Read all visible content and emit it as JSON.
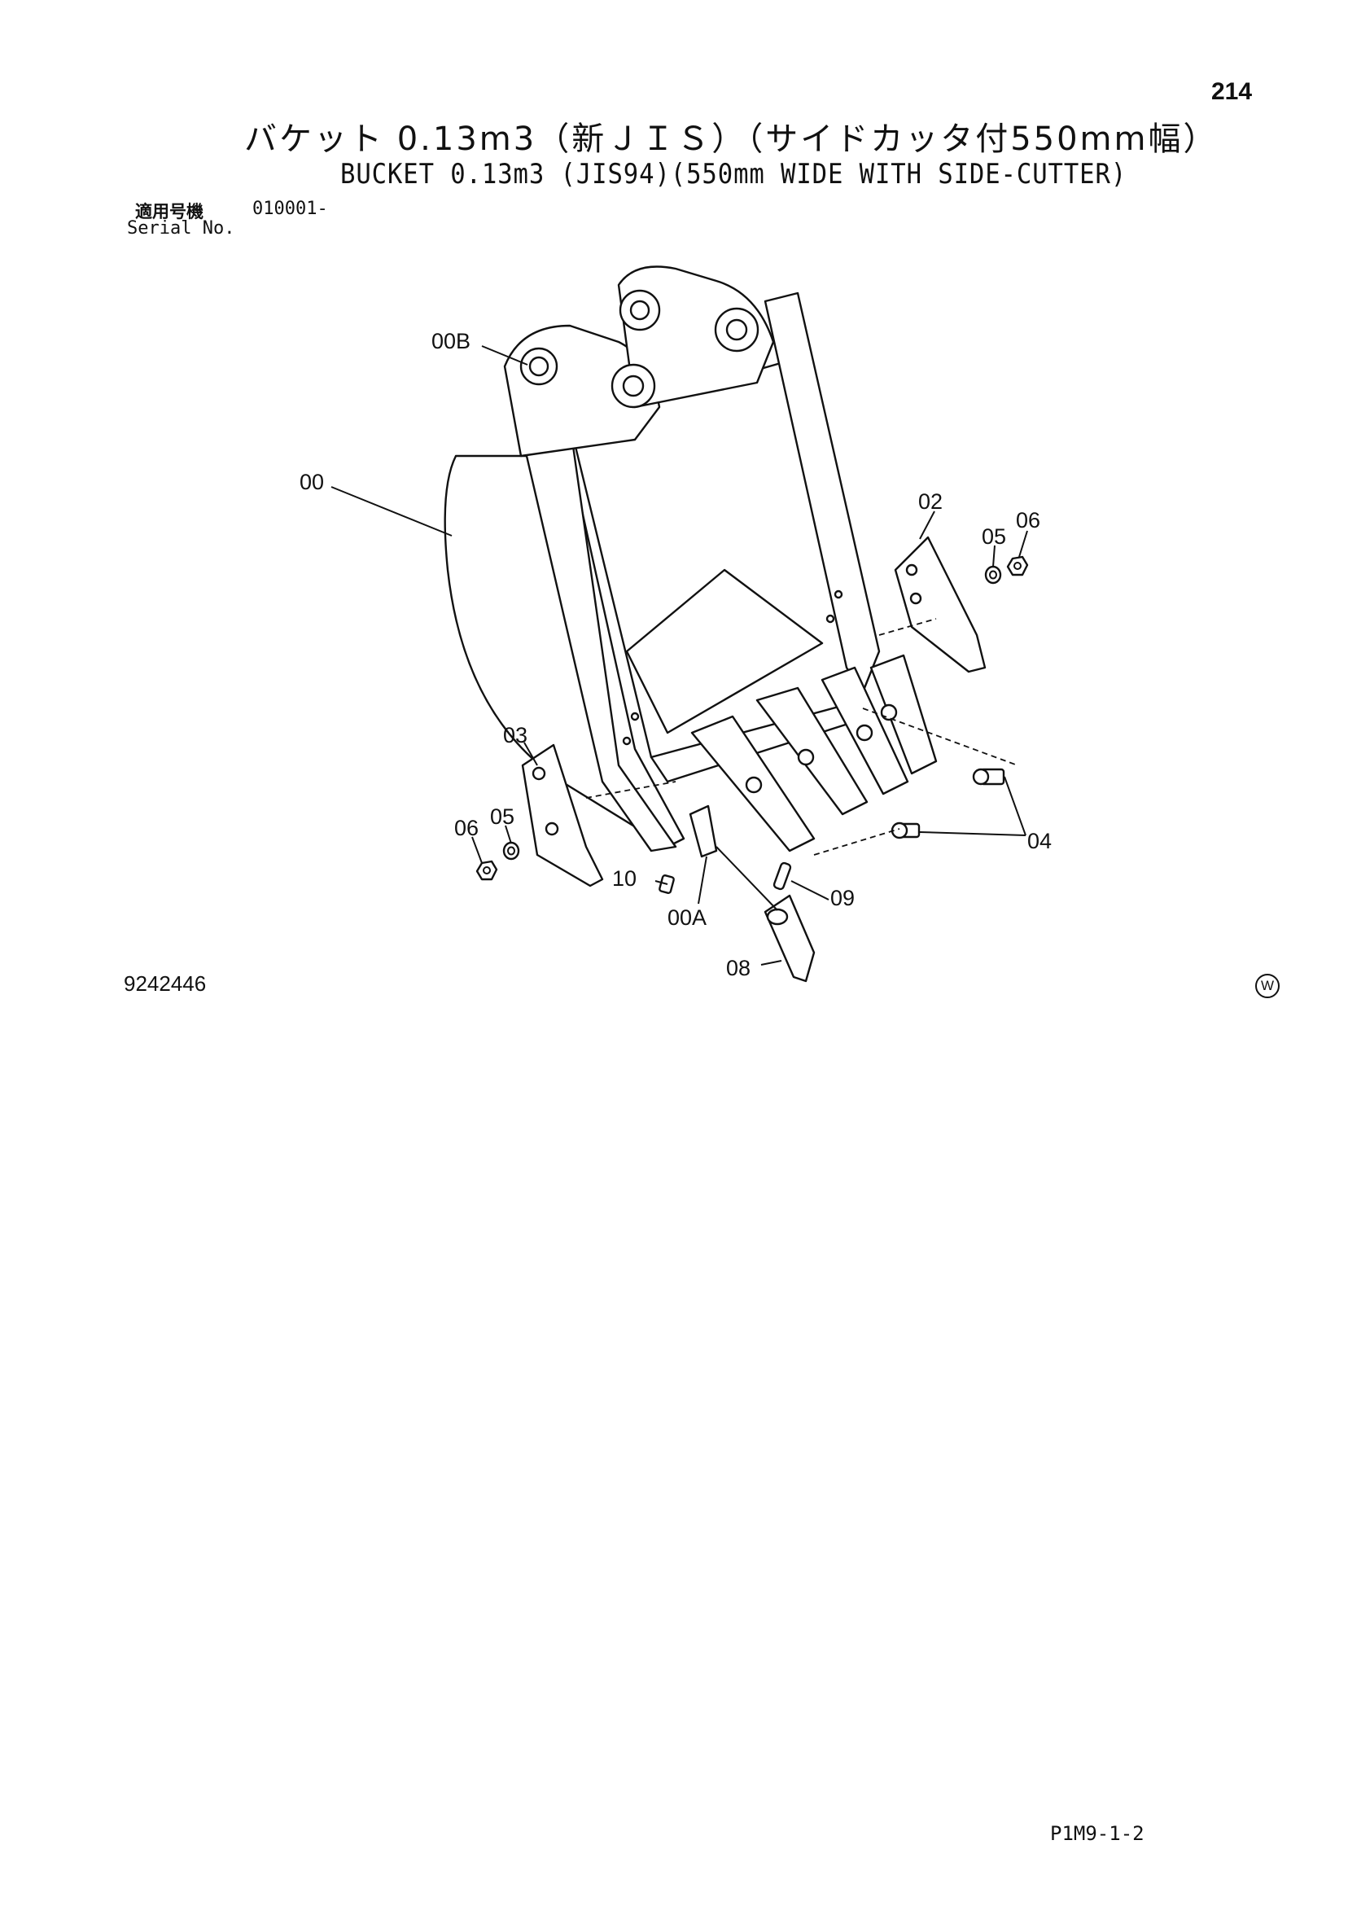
{
  "page": {
    "number": "214",
    "title_jp": "バケット 0.13m3（新ＪＩＳ）（サイドカッタ付550mm幅）",
    "title_en": "BUCKET 0.13m3 (JIS94)(550mm WIDE WITH SIDE-CUTTER)",
    "serial_label_jp": "適用号機",
    "serial_label_en": "Serial No.",
    "serial_value": "010001-",
    "drawing_number": "9242446",
    "w_mark": "W",
    "footer_code": "P1M9-1-2"
  },
  "diagram": {
    "callouts": {
      "c00": "00",
      "c00B": "00B",
      "c00A": "00A",
      "c02": "02",
      "c03": "03",
      "c04": "04",
      "c05_right": "05",
      "c06_right": "06",
      "c05_left": "05",
      "c06_left": "06",
      "c08": "08",
      "c09": "09",
      "c10": "10"
    }
  }
}
